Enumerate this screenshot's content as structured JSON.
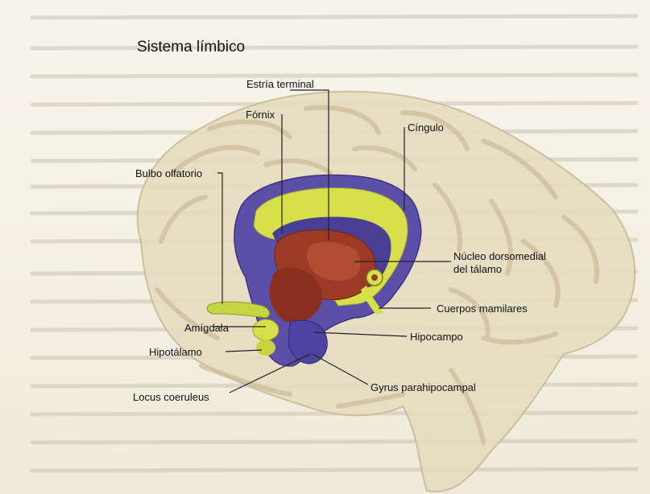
{
  "title": "Sistema límbico",
  "labels": {
    "estria_terminal": "Estría terminal",
    "fornix": "Fórnix",
    "cingulo": "Cíngulo",
    "bulbo_olfatorio": "Bulbo olfatorio",
    "nucleo_line1": "Núcleo dorsomedial",
    "nucleo_line2": "del tálamo",
    "cuerpos_mamilares": "Cuerpos mamilares",
    "amigdala": "Amígdala",
    "hipocampo": "Hipocampo",
    "hipotalamo": "Hipotálamo",
    "gyrus": "Gyrus parahipocampal",
    "locus": "Locus coeruleus"
  },
  "colors": {
    "cortex": "#e6dcc0",
    "gyri": "#cdbd97",
    "limbic_purple": "#5b4fa8",
    "yellow_green": "#d7e04a",
    "thalamus": "#9c3a26",
    "label_line": "#222222"
  }
}
